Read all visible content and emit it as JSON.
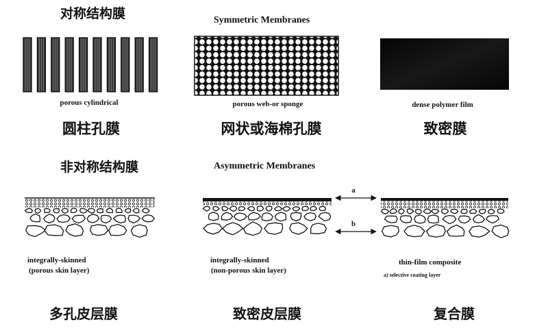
{
  "symmetric": {
    "title_cn": "对称结构膜",
    "title_en": "Symmetric Membranes",
    "panels": [
      {
        "caption_en": "porous cylindrical",
        "caption_cn": "圆柱孔膜"
      },
      {
        "caption_en": "porous web-or sponge",
        "caption_cn": "网状或海棉孔膜"
      },
      {
        "caption_en": "dense polymer film",
        "caption_cn": "致密膜"
      }
    ]
  },
  "asymmetric": {
    "title_cn": "非对称结构膜",
    "title_en": "Asymmetric Membranes",
    "marker_a": "a",
    "marker_b": "b",
    "panels": [
      {
        "caption_en_1": "integrally-skinned",
        "caption_en_2": "(porous skin layer)",
        "caption_cn": "多孔皮层膜"
      },
      {
        "caption_en_1": "integrally-skinned",
        "caption_en_2": "(non-porous skin layer)",
        "caption_cn": "致密皮层膜"
      },
      {
        "caption_en_1": "thin-film composite",
        "caption_en_2": "a) selective coating layer",
        "caption_cn": "复合膜"
      }
    ]
  }
}
